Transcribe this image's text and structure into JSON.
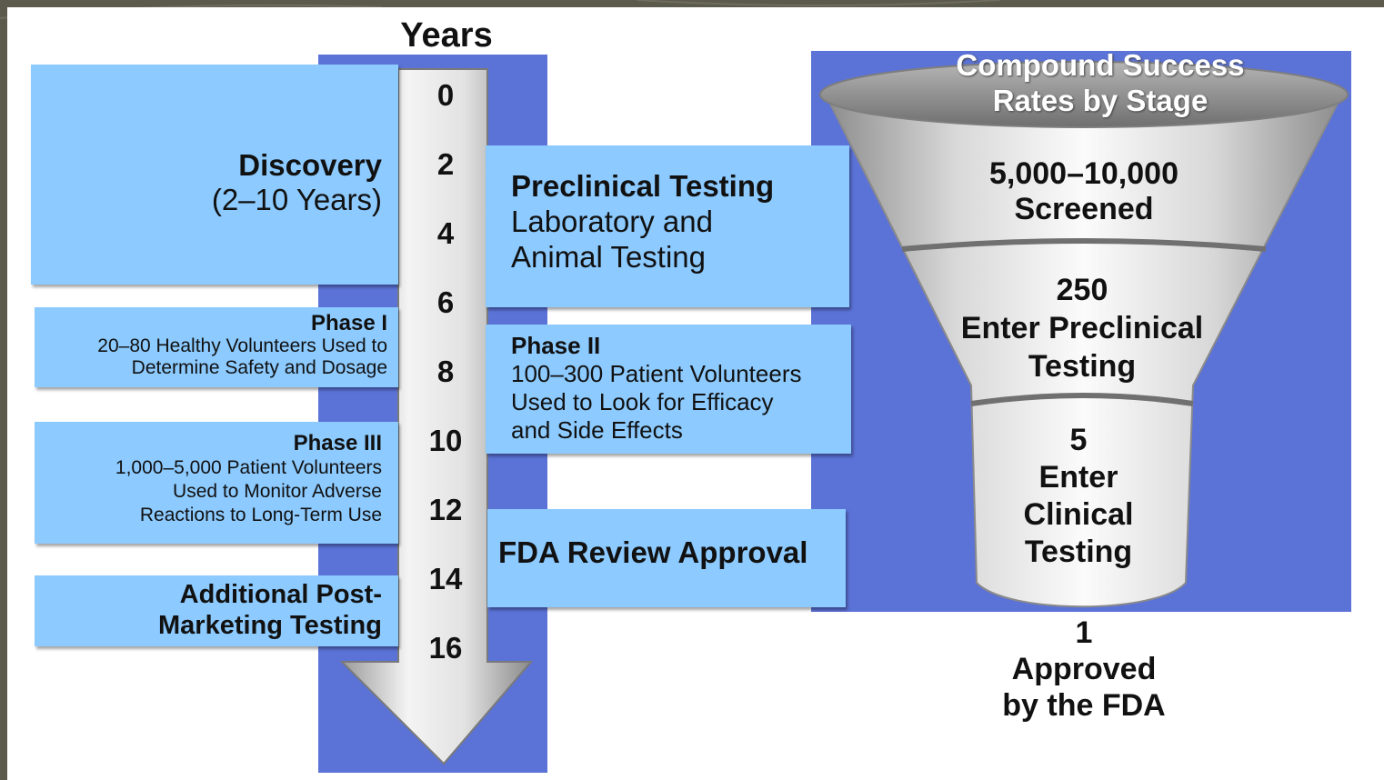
{
  "timeline": {
    "title": "Years",
    "ticks": [
      "0",
      "2",
      "4",
      "6",
      "8",
      "10",
      "12",
      "14",
      "16"
    ]
  },
  "left_stages": {
    "discovery": {
      "title": "Discovery",
      "subtitle": "(2–10 Years)"
    },
    "phase1": {
      "title": "Phase I",
      "line1": "20–80 Healthy Volunteers Used to",
      "line2": "Determine Safety and Dosage"
    },
    "phase3": {
      "title": "Phase III",
      "line1": "1,000–5,000 Patient Volunteers",
      "line2": "Used to Monitor Adverse",
      "line3": "Reactions to Long-Term Use"
    },
    "post_marketing": {
      "line1": "Additional Post-",
      "line2": "Marketing Testing"
    }
  },
  "right_stages": {
    "preclinical": {
      "title": "Preclinical Testing",
      "line1": "Laboratory and",
      "line2": "Animal Testing"
    },
    "phase2": {
      "title": "Phase II",
      "line1": "100–300 Patient Volunteers",
      "line2": "Used to Look for Efficacy",
      "line3": "and Side Effects"
    },
    "fda_review": {
      "title": "FDA Review Approval"
    }
  },
  "funnel": {
    "title_line1": "Compound Success",
    "title_line2": "Rates by Stage",
    "levels": [
      {
        "number": "5,000–10,000",
        "label1": "Screened",
        "label2": "",
        "label3": ""
      },
      {
        "number": "250",
        "label1": "Enter Preclinical",
        "label2": "Testing",
        "label3": ""
      },
      {
        "number": "5",
        "label1": "Enter",
        "label2": "Clinical",
        "label3": "Testing"
      }
    ],
    "outcome": {
      "number": "1",
      "label1": "Approved",
      "label2": "by the FDA"
    }
  },
  "colors": {
    "box_fill": "#8ccaff",
    "panel_blue": "#5b72d6",
    "frame": "#5c5a4c",
    "arrow_silver": "#cfcfcf"
  }
}
